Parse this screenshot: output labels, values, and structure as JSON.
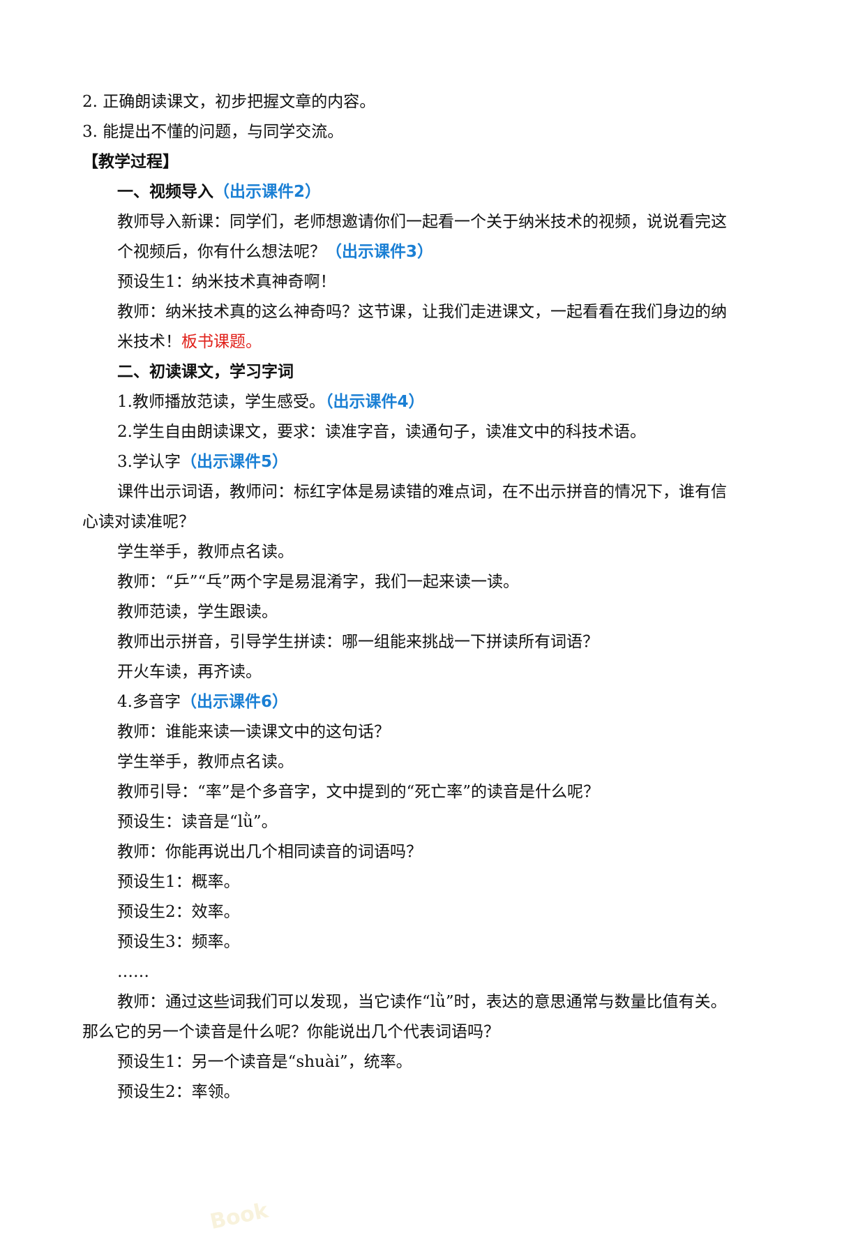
{
  "colors": {
    "accent_blue": "#1a7fd4",
    "accent_red": "#e0201a",
    "text": "#111111"
  },
  "objectives": [
    "2. 正确朗读课文，初步把握文章的内容。",
    "3. 能提出不懂的问题，与同学交流。"
  ],
  "section_heading": "【教学过程】",
  "part1": {
    "heading": "一、视频导入",
    "heading_ref": "（出示课件2）",
    "intro_1": "教师导入新课：同学们，老师想邀请你们一起看一个关于纳米技术的视频，说说看完这",
    "intro_2": "个视频后，你有什么想法呢？",
    "intro_ref": "（出示课件3）",
    "student_1": "预设生1：纳米技术真神奇啊！",
    "teacher_1": "教师：纳米技术真的这么神奇吗？这节课，让我们走进课文，一起看看在我们身边的纳",
    "teacher_2": "米技术！",
    "board_note": "板书课题。"
  },
  "part2": {
    "heading": "二、初读课文，学习字词",
    "step1": "1.教师播放范读，学生感受。",
    "step1_ref": "（出示课件4）",
    "step2": "2.学生自由朗读课文，要求：读准字音，读通句子，读准文中的科技术语。",
    "step3": "3.学认字",
    "step3_ref": "（出示课件5）",
    "courseware_1": "课件出示词语，教师问：标红字体是易读错的难点词，在不出示拼音的情况下，谁有信",
    "courseware_2": "心读对读准呢？",
    "raise_hands_1": "学生举手，教师点名读。",
    "confusable": "教师：“乒”“乓”两个字是易混淆字，我们一起来读一读。",
    "model_read": "教师范读，学生跟读。",
    "pinyin": "教师出示拼音，引导学生拼读：哪一组能来挑战一下拼读所有词语？",
    "train_read": "开火车读，再齐读。",
    "step4": "4.多音字",
    "step4_ref": "（出示课件6）",
    "who_reads": "教师：谁能来读一读课文中的这句话？",
    "raise_hands_2": "学生举手，教师点名读。",
    "guide": "教师引导：“率”是个多音字，文中提到的“死亡率”的读音是什么呢？",
    "answer_lv": "预设生：读音是“lǜ”。",
    "more_words": "教师：你能再说出几个相同读音的词语吗？",
    "ex1": "预设生1：概率。",
    "ex2": "预设生2：效率。",
    "ex3": "预设生3：频率。",
    "ellipsis": "……",
    "conclusion_1": "教师：通过这些词我们可以发现，当它读作“lǜ”时，表达的意思通常与数量比值有关。",
    "conclusion_2": "那么它的另一个读音是什么呢？你能说出几个代表词语吗？",
    "shuai_1": "预设生1：另一个读音是“shuài”，统率。",
    "shuai_2": "预设生2：率领。"
  },
  "watermark_text": "Book"
}
